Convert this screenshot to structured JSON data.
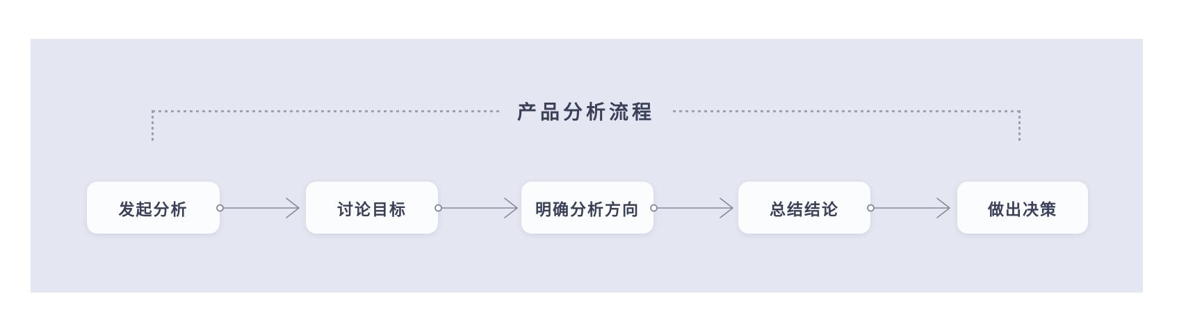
{
  "title": "产品分析流程",
  "stages": [
    {
      "label": "发起分析"
    },
    {
      "label": "讨论目标"
    },
    {
      "label": "明确分析方向"
    },
    {
      "label": "总结结论"
    },
    {
      "label": "做出决策"
    }
  ],
  "connector_count": 4,
  "icons": {
    "connector_start": "open-circle",
    "connector_end": "chevron-right-arrow"
  },
  "colors": {
    "page_bg": "#ffffff",
    "panel_bg": "#e4e7f1",
    "node_bg": "#fbfcfe",
    "text": "#3b4059",
    "connector_stroke": "#84889c",
    "dotted_line": "#9ba0b4"
  }
}
